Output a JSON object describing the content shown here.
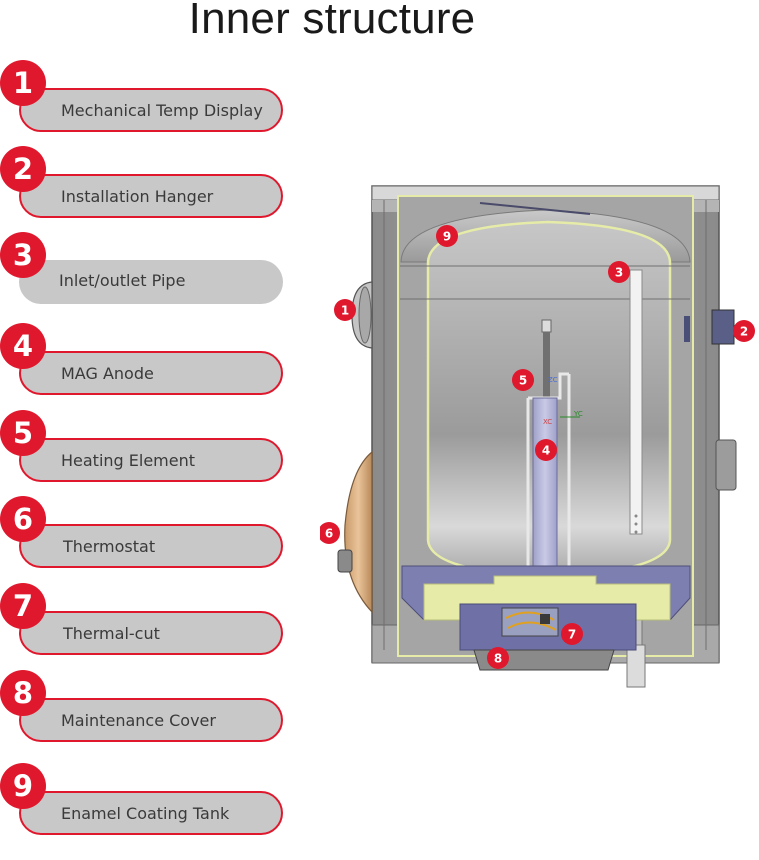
{
  "title": "Inner structure",
  "legend": [
    {
      "number": "1",
      "label": "Mechanical Temp Display"
    },
    {
      "number": "2",
      "label": "Installation Hanger"
    },
    {
      "number": "3",
      "label": "Inlet/outlet Pipe"
    },
    {
      "number": "4",
      "label": "MAG Anode"
    },
    {
      "number": "5",
      "label": "Heating Element"
    },
    {
      "number": "6",
      "label": "Thermostat"
    },
    {
      "number": "7",
      "label": "Thermal-cut"
    },
    {
      "number": "8",
      "label": "Maintenance Cover"
    },
    {
      "number": "9",
      "label": "Enamel Coating Tank"
    }
  ],
  "colors": {
    "accent": "#e0182d",
    "pill": "#c8c8c8",
    "casing": "#8e8e8e",
    "insulation": "#e6eca8",
    "base": "#7a7aa8"
  }
}
